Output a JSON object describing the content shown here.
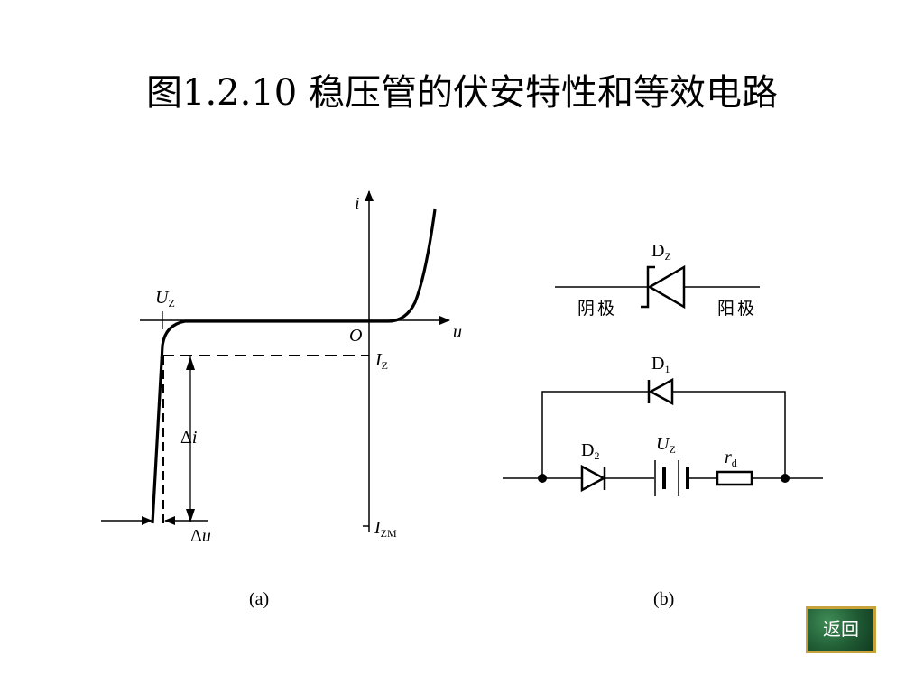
{
  "title": "图1.2.10 稳压管的伏安特性和等效电路",
  "fig_a": {
    "axis_i": "i",
    "axis_u": "u",
    "origin": "O",
    "uz_main": "U",
    "uz_sub": "Z",
    "iz_main": "I",
    "iz_sub": "Z",
    "izm_main": "I",
    "izm_sub": "ZM",
    "delta": "Δ",
    "delta_i_var": "i",
    "delta_u_var": "u",
    "caption": "(a)"
  },
  "fig_b": {
    "dz_main": "D",
    "dz_sub": "Z",
    "cathode": "阴极",
    "anode": "阳极",
    "d1_main": "D",
    "d1_sub": "1",
    "d2_main": "D",
    "d2_sub": "2",
    "uz_main": "U",
    "uz_sub": "Z",
    "rd_main": "r",
    "rd_sub": "d",
    "caption": "(b)"
  },
  "back_button": "返回"
}
